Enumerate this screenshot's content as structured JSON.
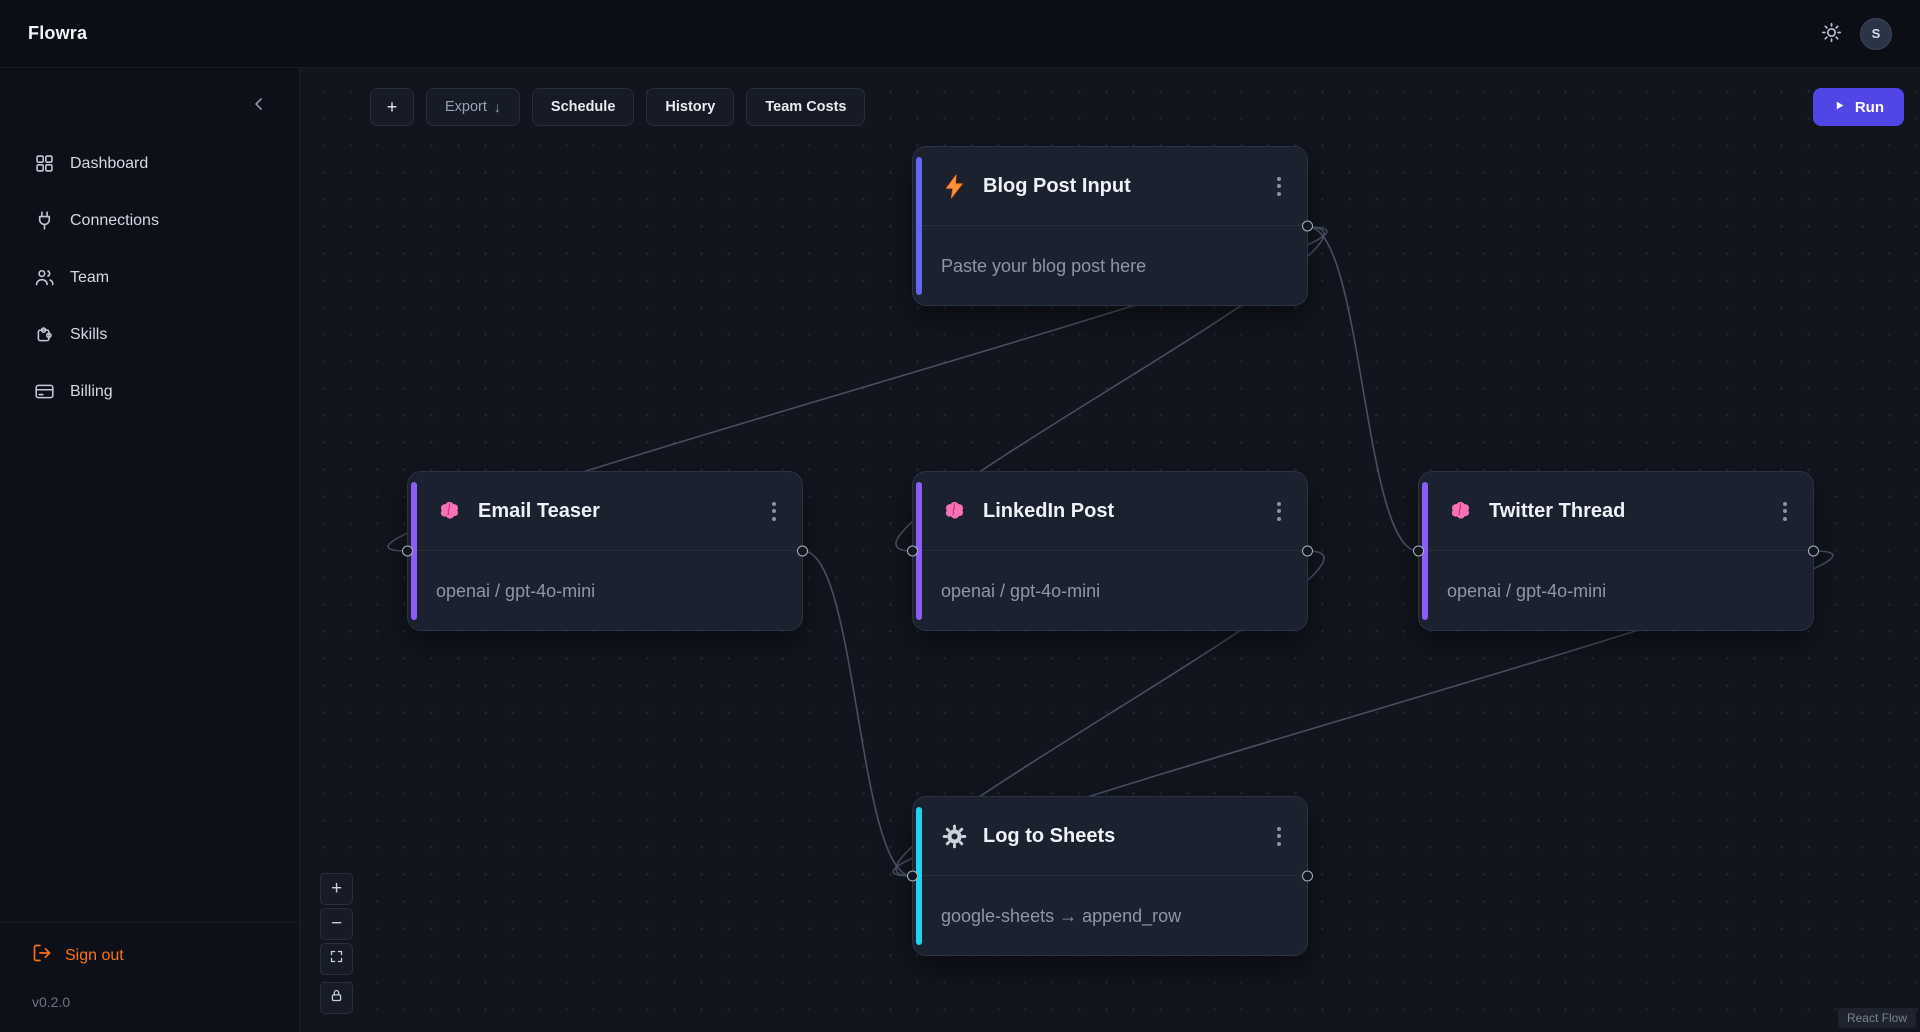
{
  "app": {
    "brand": "Flowra",
    "version": "v0.2.0",
    "avatar_initial": "S",
    "theme_icon": "sun-icon"
  },
  "sidebar": {
    "collapse_icon": "chevron-left-icon",
    "items": [
      {
        "label": "Dashboard",
        "icon": "dashboard-grid-icon"
      },
      {
        "label": "Connections",
        "icon": "plug-icon"
      },
      {
        "label": "Team",
        "icon": "users-icon"
      },
      {
        "label": "Skills",
        "icon": "puzzle-icon"
      },
      {
        "label": "Billing",
        "icon": "credit-card-icon"
      }
    ],
    "sign_out_label": "Sign out",
    "sign_out_icon": "logout-icon"
  },
  "toolbar": {
    "add_label": "+",
    "export_label": "Export",
    "export_arrow": "↓",
    "schedule_label": "Schedule",
    "history_label": "History",
    "team_costs_label": "Team Costs",
    "run_label": "Run",
    "run_icon": "play-icon"
  },
  "canvas": {
    "nodes": [
      {
        "id": "blog-post-input",
        "title": "Blog Post Input",
        "subtitle": "Paste your blog post here",
        "icon": "lightning-icon",
        "accent_color": "#6366f1"
      },
      {
        "id": "email-teaser",
        "title": "Email Teaser",
        "subtitle": "openai / gpt-4o-mini",
        "icon": "brain-icon",
        "accent_color": "#8b5cf6"
      },
      {
        "id": "linkedin-post",
        "title": "LinkedIn Post",
        "subtitle": "openai / gpt-4o-mini",
        "icon": "brain-icon",
        "accent_color": "#8b5cf6"
      },
      {
        "id": "twitter-thread",
        "title": "Twitter Thread",
        "subtitle": "openai / gpt-4o-mini",
        "icon": "brain-icon",
        "accent_color": "#8b5cf6"
      },
      {
        "id": "log-to-sheets",
        "title": "Log to Sheets",
        "subtitle": "google-sheets → append_row",
        "icon": "gear-icon",
        "accent_color": "#22d3ee"
      }
    ],
    "edges": [
      {
        "from": "blog-post-input",
        "to": "email-teaser"
      },
      {
        "from": "blog-post-input",
        "to": "linkedin-post"
      },
      {
        "from": "blog-post-input",
        "to": "twitter-thread"
      },
      {
        "from": "email-teaser",
        "to": "log-to-sheets"
      },
      {
        "from": "linkedin-post",
        "to": "log-to-sheets"
      },
      {
        "from": "twitter-thread",
        "to": "log-to-sheets"
      }
    ],
    "controls": [
      {
        "name": "zoom-in",
        "label": "+"
      },
      {
        "name": "zoom-out",
        "label": "−"
      },
      {
        "name": "fit-view",
        "icon": "fit-view-icon"
      },
      {
        "name": "lock",
        "icon": "lock-icon"
      }
    ],
    "attribution": "React Flow"
  },
  "colors": {
    "run_button": "#4f46e5",
    "sign_out": "#f97316",
    "edge": "#4e576a",
    "accent_input": "#6366f1",
    "accent_llm": "#8b5cf6",
    "accent_tool": "#22d3ee"
  }
}
